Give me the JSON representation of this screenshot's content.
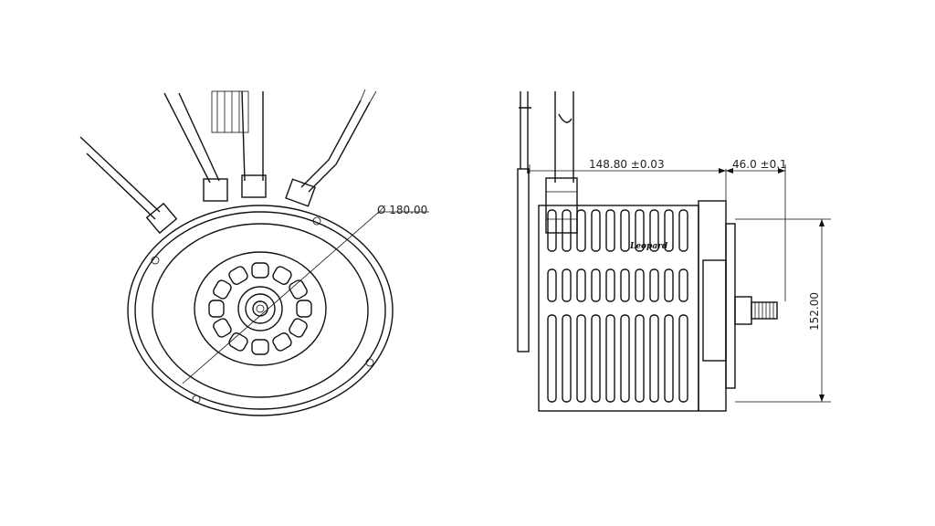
{
  "drawing": {
    "front_view": {
      "diameter_label": "Ø 180.00"
    },
    "side_view": {
      "length_label": "148.80 ±0.03",
      "shaft_label": "46.0 ±0.1",
      "height_label": "152.00",
      "logo_text": "Leopard"
    }
  }
}
